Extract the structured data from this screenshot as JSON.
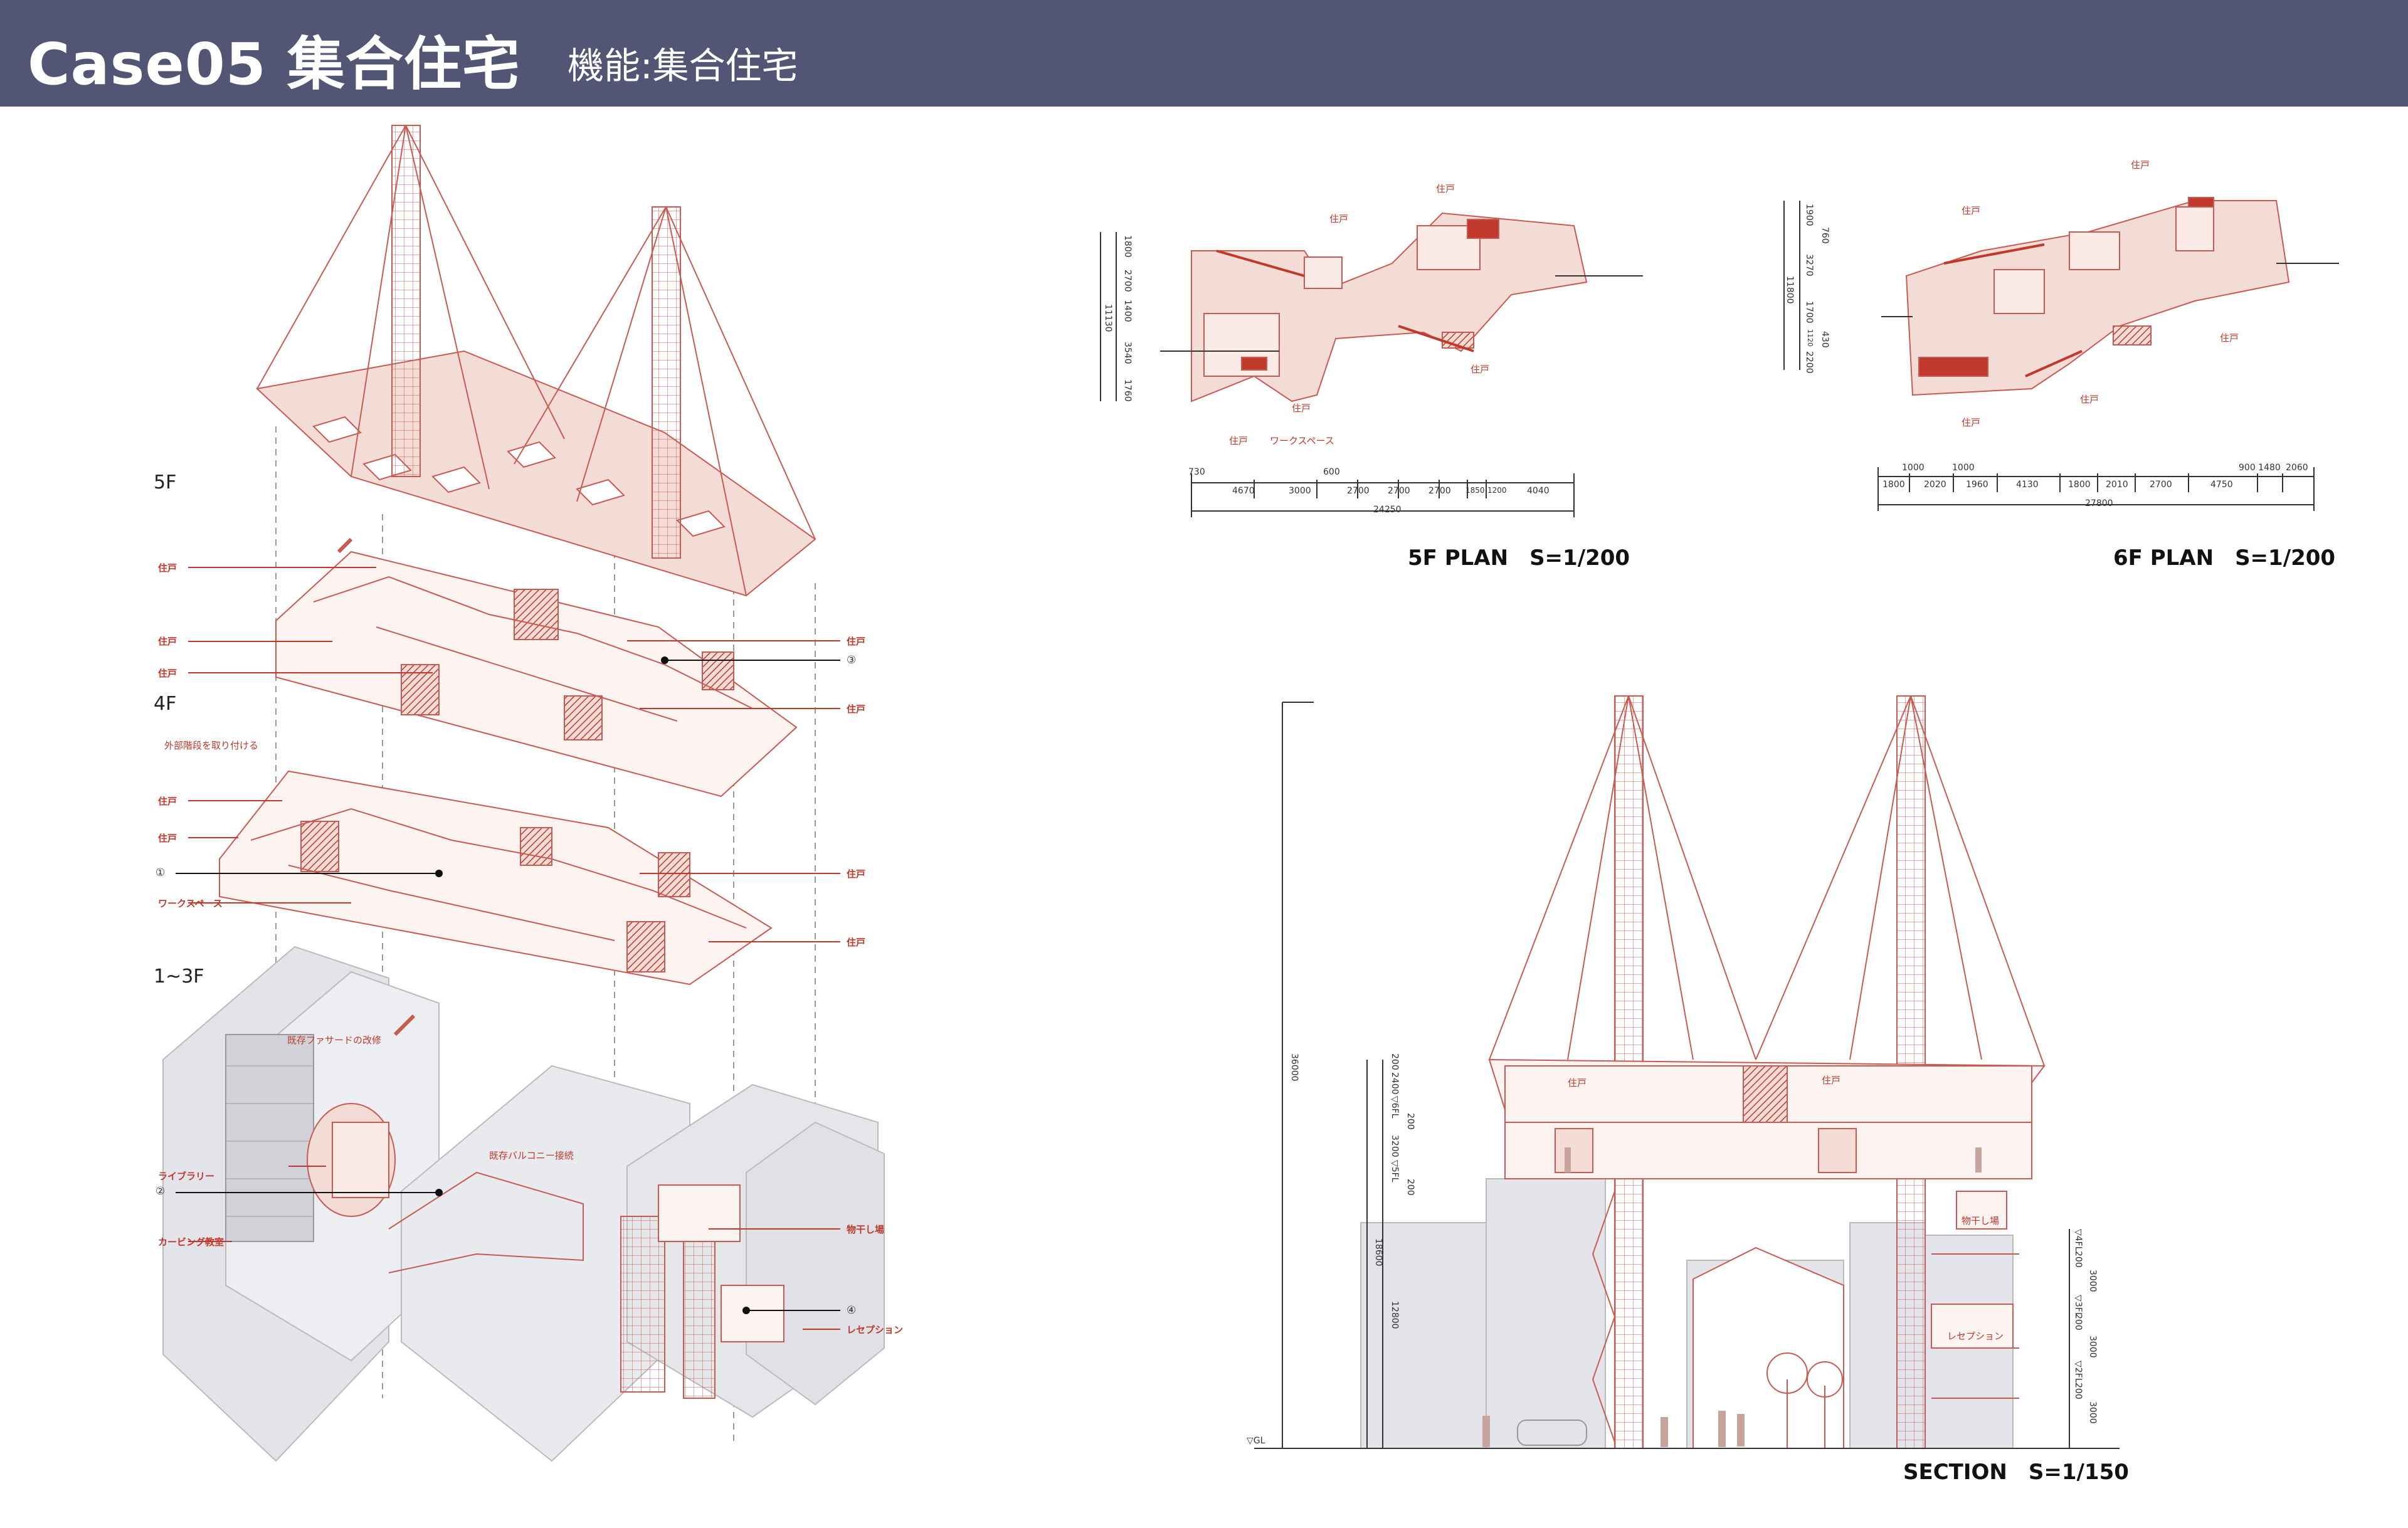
{
  "header": {
    "title": "Case05 集合住宅",
    "subtitle": "機能:集合住宅"
  },
  "floor_labels": {
    "f5": "5F",
    "f4": "4F",
    "f1_3": "1~3F"
  },
  "axon_labels": {
    "j1": "住戸",
    "j2": "住戸",
    "j3": "住戸",
    "j4": "住戸",
    "j5": "住戸",
    "j6": "住戸",
    "j7": "住戸",
    "j8": "住戸",
    "j9": "住戸",
    "work": "ワークスペース",
    "ext": "外部階段を取り付ける",
    "facade": "既存ファサードの改修",
    "library": "ライブラリー",
    "curving": "カービング教室",
    "balcony": "既存バルコニー接続",
    "laundry": "物干し場",
    "reception": "レセプション",
    "n1": "①",
    "n2": "②",
    "n3": "③",
    "n4": "④"
  },
  "plan5": {
    "caption": "5F PLAN　S=1/200",
    "labels": {
      "a": "住戸",
      "b": "住戸",
      "c": "住戸",
      "d": "住戸",
      "e": "住戸",
      "f": "ワークスペース"
    },
    "dims_top": {
      "d730": "730",
      "d600": "600"
    },
    "dims_row": [
      "4670",
      "3000",
      "2700",
      "2700",
      "2700",
      "1850",
      "1200",
      "4040"
    ],
    "total": "24250",
    "vdims": {
      "v1": "1800",
      "v2": "2700",
      "v3": "1400",
      "v4": "3540",
      "v5": "1760",
      "vt": "11130"
    }
  },
  "plan6": {
    "caption": "6F PLAN　S=1/200",
    "labels": {
      "a": "住戸",
      "b": "住戸",
      "c": "住戸",
      "d": "住戸",
      "e": "住戸"
    },
    "dims_top": {
      "t1": "1000",
      "t2": "1000",
      "t3": "900 1480",
      "t4": "2060"
    },
    "dims_row": [
      "1800",
      "2020",
      "1960",
      "4130",
      "1800",
      "2010",
      "2700",
      "4750"
    ],
    "total": "27800",
    "vdims": {
      "v1": "1900",
      "v2": "760",
      "v3": "3270",
      "v4": "1700",
      "v5": "430",
      "v6": "2200",
      "v7": "1120",
      "vt": "11800"
    }
  },
  "section": {
    "caption": "SECTION　S=1/150",
    "labels": {
      "a": "住戸",
      "b": "住戸",
      "c": "物干し場",
      "d": "レセプション",
      "gl": "▽GL"
    },
    "left_dims": {
      "h1": "36000",
      "h2": "18600",
      "h3": "12800"
    },
    "upper_dims": {
      "u1": "200",
      "u2": "2400",
      "u3": "▽6FL",
      "u4": "200",
      "u5": "3200",
      "u6": "▽5FL",
      "u7": "200"
    },
    "right_dims": {
      "r1": "▽4FL",
      "r2": "200",
      "r3": "3000",
      "r4": "▽3FL",
      "r5": "200",
      "r6": "3000",
      "r7": "▽2FL",
      "r8": "200",
      "r9": "3000"
    }
  },
  "colors": {
    "header": "#535575",
    "line": "#c85a52",
    "fill": "#f4dcd6",
    "hatch": "#c0392b",
    "grey": "#e2e4ea"
  }
}
